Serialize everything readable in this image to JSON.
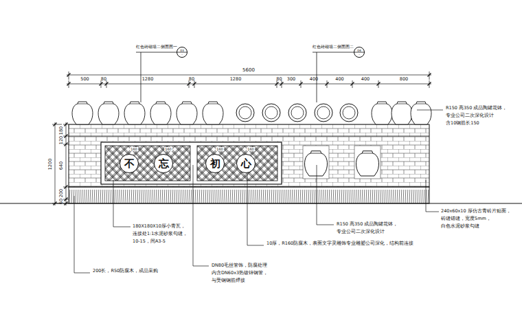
{
  "diagram": {
    "nodes": [
      {
        "text": [
          "03",
          "-"
        ]
      },
      {
        "text": [
          "04",
          "-"
        ]
      },
      {
        "text": [
          "不"
        ]
      },
      {
        "text": [
          "忘"
        ]
      },
      {
        "text": [
          "初"
        ]
      },
      {
        "text": [
          "心"
        ]
      }
    ],
    "labels": [
      "红色砖砌墙二侧面图一",
      "红色砖砌墙二侧面图二",
      "5600",
      "500",
      "80",
      "1280",
      "80",
      "1280",
      "80",
      "300",
      "400",
      "400",
      "400",
      "800",
      "1200",
      "180",
      "120",
      "640",
      "200",
      "60",
      "160",
      "160",
      "160",
      "160",
      "R150 高350 成品陶罐花钵， 专业公司二次深化设计 含10钢筋长150",
      "240x60x10 厚仿古青砖片贴面， 砖缝错缝，宽度5mm， 白色水泥砂浆勾缝",
      "R150 高350 成品陶罐花钵， 专业公司二次深化设计",
      "180X180X10厚小青瓦， 连接处1:1水泥砂浆勾缝， 10-15，间A3-5",
      "10厚，R160防腐木，表面文字灵雕饰专业雕塑公司深化，结构前连接",
      "DN80毛丝管饰，防腐处理 内含DN60x3热镀锌钢管，与受钢钢筋焊接",
      "200长，R50防腐木，成品采购"
    ]
  }
}
